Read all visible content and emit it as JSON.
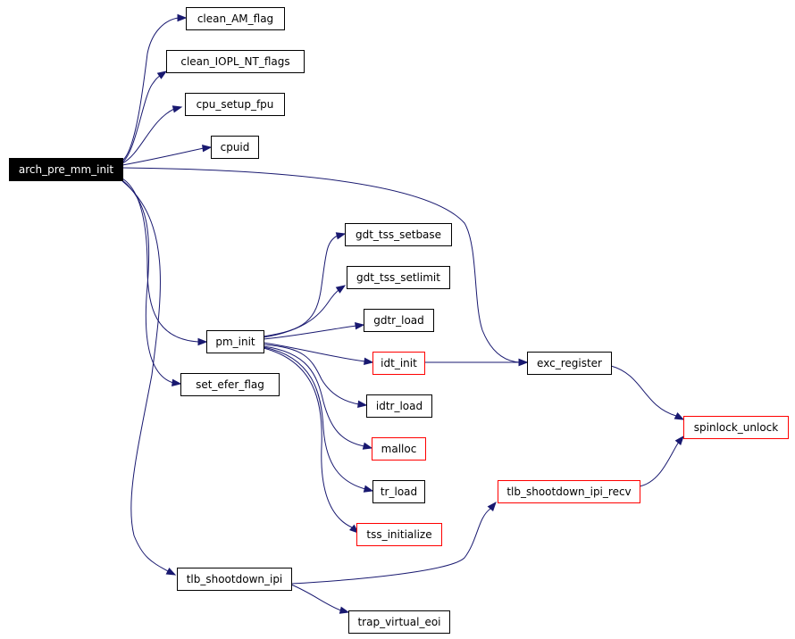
{
  "diagram": {
    "type": "call-graph",
    "colors": {
      "edge": "#191970",
      "root_fill": "#000000",
      "root_text": "#ffffff",
      "node_border": "#000000",
      "truncated_border": "#ff0000",
      "node_text": "#000000"
    },
    "nodes": [
      {
        "id": "arch_pre_mm_init",
        "label": "arch_pre_mm_init",
        "style": "root"
      },
      {
        "id": "clean_AM_flag",
        "label": "clean_AM_flag",
        "style": "normal"
      },
      {
        "id": "clean_IOPL_NT_flags",
        "label": "clean_IOPL_NT_flags",
        "style": "normal"
      },
      {
        "id": "cpu_setup_fpu",
        "label": "cpu_setup_fpu",
        "style": "normal"
      },
      {
        "id": "cpuid",
        "label": "cpuid",
        "style": "normal"
      },
      {
        "id": "pm_init",
        "label": "pm_init",
        "style": "normal"
      },
      {
        "id": "set_efer_flag",
        "label": "set_efer_flag",
        "style": "normal"
      },
      {
        "id": "tlb_shootdown_ipi",
        "label": "tlb_shootdown_ipi",
        "style": "normal"
      },
      {
        "id": "gdt_tss_setbase",
        "label": "gdt_tss_setbase",
        "style": "normal"
      },
      {
        "id": "gdt_tss_setlimit",
        "label": "gdt_tss_setlimit",
        "style": "normal"
      },
      {
        "id": "gdtr_load",
        "label": "gdtr_load",
        "style": "normal"
      },
      {
        "id": "idt_init",
        "label": "idt_init",
        "style": "truncated"
      },
      {
        "id": "idtr_load",
        "label": "idtr_load",
        "style": "normal"
      },
      {
        "id": "malloc",
        "label": "malloc",
        "style": "truncated"
      },
      {
        "id": "tr_load",
        "label": "tr_load",
        "style": "normal"
      },
      {
        "id": "tss_initialize",
        "label": "tss_initialize",
        "style": "truncated"
      },
      {
        "id": "exc_register",
        "label": "exc_register",
        "style": "normal"
      },
      {
        "id": "spinlock_unlock",
        "label": "spinlock_unlock",
        "style": "truncated"
      },
      {
        "id": "tlb_shootdown_ipi_recv",
        "label": "tlb_shootdown_ipi_recv",
        "style": "truncated"
      },
      {
        "id": "trap_virtual_eoi",
        "label": "trap_virtual_eoi",
        "style": "normal"
      }
    ],
    "edges": [
      {
        "from": "arch_pre_mm_init",
        "to": "clean_AM_flag"
      },
      {
        "from": "arch_pre_mm_init",
        "to": "clean_IOPL_NT_flags"
      },
      {
        "from": "arch_pre_mm_init",
        "to": "cpu_setup_fpu"
      },
      {
        "from": "arch_pre_mm_init",
        "to": "cpuid"
      },
      {
        "from": "arch_pre_mm_init",
        "to": "exc_register"
      },
      {
        "from": "arch_pre_mm_init",
        "to": "pm_init"
      },
      {
        "from": "arch_pre_mm_init",
        "to": "set_efer_flag"
      },
      {
        "from": "arch_pre_mm_init",
        "to": "tlb_shootdown_ipi"
      },
      {
        "from": "pm_init",
        "to": "gdt_tss_setbase"
      },
      {
        "from": "pm_init",
        "to": "gdt_tss_setlimit"
      },
      {
        "from": "pm_init",
        "to": "gdtr_load"
      },
      {
        "from": "pm_init",
        "to": "idt_init"
      },
      {
        "from": "pm_init",
        "to": "idtr_load"
      },
      {
        "from": "pm_init",
        "to": "malloc"
      },
      {
        "from": "pm_init",
        "to": "tr_load"
      },
      {
        "from": "pm_init",
        "to": "tss_initialize"
      },
      {
        "from": "idt_init",
        "to": "exc_register"
      },
      {
        "from": "exc_register",
        "to": "spinlock_unlock"
      },
      {
        "from": "tlb_shootdown_ipi",
        "to": "tlb_shootdown_ipi_recv"
      },
      {
        "from": "tlb_shootdown_ipi",
        "to": "trap_virtual_eoi"
      },
      {
        "from": "tlb_shootdown_ipi_recv",
        "to": "spinlock_unlock"
      }
    ]
  }
}
